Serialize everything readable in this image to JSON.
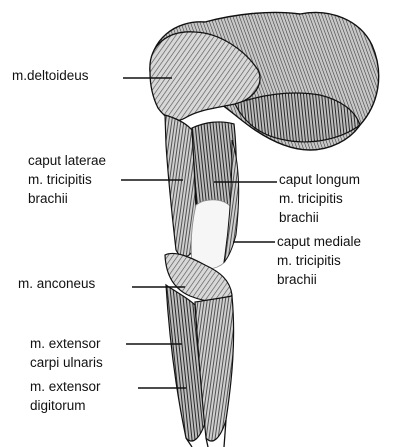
{
  "labels": {
    "deltoideus": "m.deltoideus",
    "lateral": [
      "caput laterae",
      "m. tricipitis",
      "brachii"
    ],
    "longum": [
      "caput longum",
      "m. tricipitis",
      "brachii"
    ],
    "mediale": [
      "caput mediale",
      "m. tricipitis",
      "brachii"
    ],
    "anconeus": "m. anconeus",
    "ext_carpi": [
      "m. extensor",
      "carpi ulnaris"
    ],
    "ext_digit": [
      "m. extensor",
      "digitorum"
    ]
  },
  "colors": {
    "ink": "#111111",
    "muscle_fill": "#cfcfcf",
    "background": "#ffffff"
  }
}
